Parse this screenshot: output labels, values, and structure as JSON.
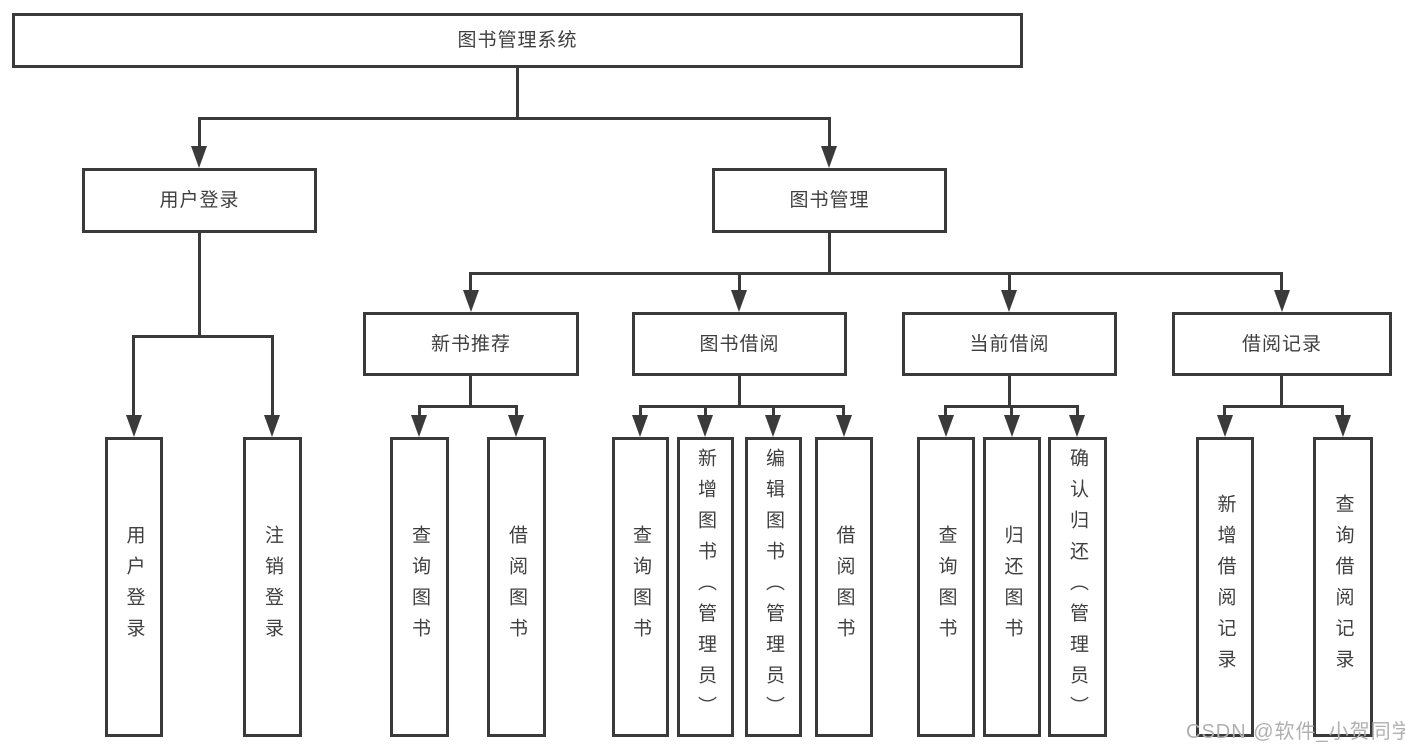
{
  "diagram_type": "hierarchical-function-tree",
  "colors": {
    "line": "#3a3a3a",
    "text": "#3f3f3f",
    "background": "#ffffff",
    "watermark": "#b0b0b0"
  },
  "tree": {
    "root": {
      "label": "图书管理系统"
    },
    "level2": [
      {
        "label": "用户登录",
        "children": [
          "用户登录",
          "注销登录"
        ]
      },
      {
        "label": "图书管理"
      }
    ],
    "level3": [
      {
        "label": "新书推荐",
        "children": [
          "查询图书",
          "借阅图书"
        ]
      },
      {
        "label": "图书借阅",
        "children": [
          "查询图书",
          "新增图书（管理员）",
          "编辑图书（管理员）",
          "借阅图书"
        ]
      },
      {
        "label": "当前借阅",
        "children": [
          "查询图书",
          "归还图书",
          "确认归还（管理员）"
        ]
      },
      {
        "label": "借阅记录",
        "children": [
          "新增借阅记录",
          "查询借阅记录"
        ]
      }
    ]
  },
  "watermark": "CSDN @软件_小贺同学"
}
